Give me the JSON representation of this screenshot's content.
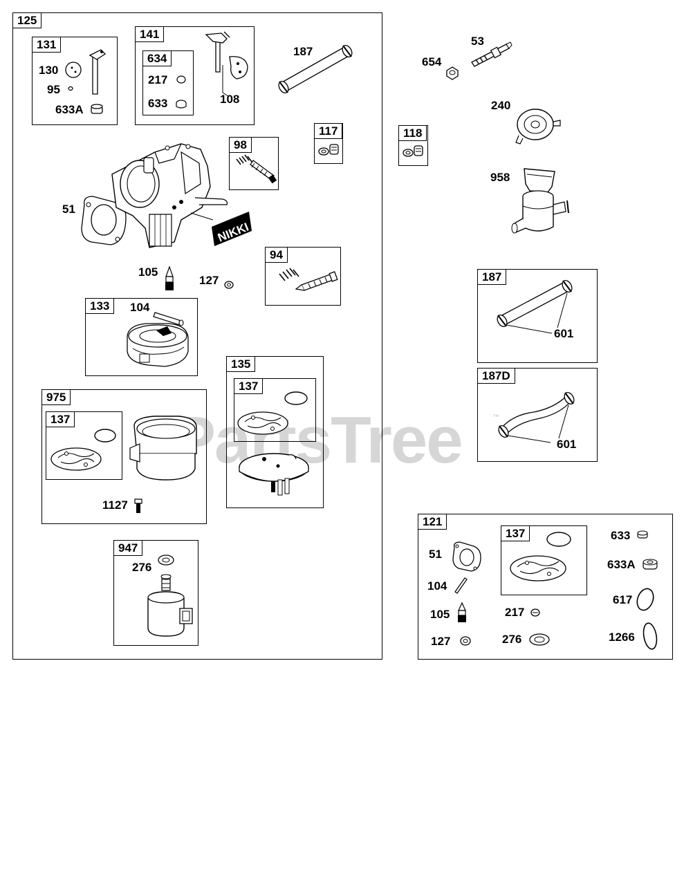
{
  "watermark": {
    "text": "PartsTree",
    "tm": "™"
  },
  "groups": {
    "g125": "125",
    "g131": "131",
    "g141": "141",
    "g634": "634",
    "g98": "98",
    "g117": "117",
    "g118": "118",
    "g94": "94",
    "g133": "133",
    "g135": "135",
    "g137a": "137",
    "g975": "975",
    "g137b": "137",
    "g947": "947",
    "g187": "187",
    "g187d": "187D",
    "g121": "121",
    "g137c": "137"
  },
  "callouts": {
    "p130": "130",
    "p95": "95",
    "p633a": "633A",
    "p217": "217",
    "p633": "633",
    "p108": "108",
    "p187top": "187",
    "p654": "654",
    "p53": "53",
    "p240": "240",
    "p958": "958",
    "p51": "51",
    "p105": "105",
    "p127": "127",
    "p104": "104",
    "p1127": "1127",
    "p276": "276",
    "p601a": "601",
    "p601b": "601",
    "k51": "51",
    "k104": "104",
    "k105": "105",
    "k127": "127",
    "k217": "217",
    "k276": "276",
    "k633": "633",
    "k633a": "633A",
    "k617": "617",
    "k1266": "1266"
  },
  "brand_label": "NIKKI"
}
